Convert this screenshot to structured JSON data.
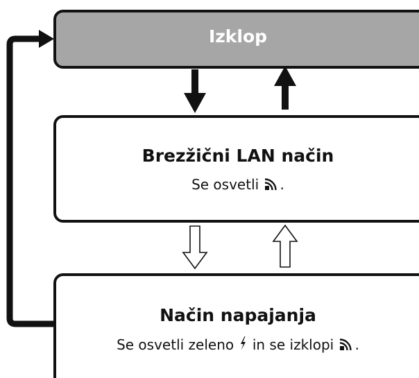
{
  "states": {
    "off": {
      "title": "Izklop"
    },
    "wlan": {
      "title": "Brezžični LAN način",
      "desc_before": "Se osvetli ",
      "desc_after": "."
    },
    "power": {
      "title": "Način napajanja",
      "desc_before": "Se osvetli zeleno ",
      "desc_middle": " in se izklopi ",
      "desc_after": "."
    }
  },
  "colors": {
    "off_box_fill": "#a6a6a6",
    "box_fill": "#ffffff",
    "stroke": "#111111"
  },
  "icons": {
    "wireless": "wireless-signal-icon",
    "power": "lightning-bolt-icon"
  }
}
